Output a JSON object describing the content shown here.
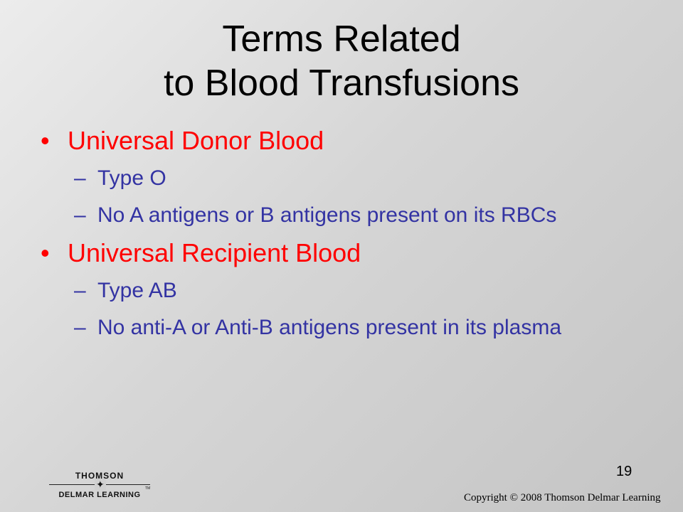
{
  "slide": {
    "title_lines": [
      "Terms Related",
      "to Blood Transfusions"
    ],
    "bullet_marker": "•",
    "sub_marker": "–",
    "bullets": [
      {
        "text": "Universal Donor Blood",
        "subs": [
          "Type O",
          "No A antigens or B antigens present on its RBCs"
        ]
      },
      {
        "text": "Universal Recipient Blood",
        "subs": [
          "Type AB",
          "No anti-A or Anti-B antigens present in its plasma"
        ]
      }
    ],
    "page_number": "19"
  },
  "footer": {
    "logo_top": "THOMSON",
    "logo_bottom": "DELMAR LEARNING",
    "logo_tm": "TM",
    "copyright": "Copyright © 2008 Thomson Delmar Learning"
  },
  "colors": {
    "title": "#000000",
    "bullet": "#ff0000",
    "sub_bullet": "#3333a3"
  }
}
